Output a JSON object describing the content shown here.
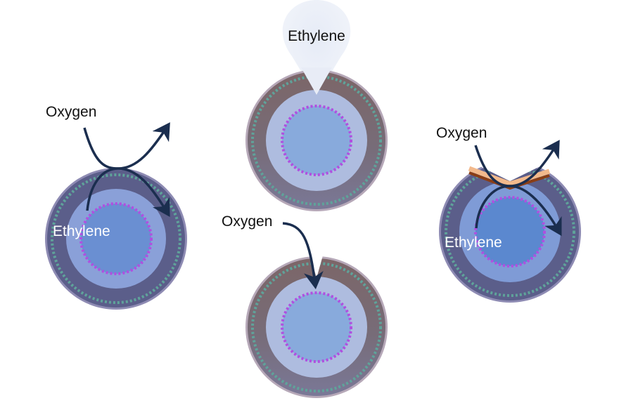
{
  "labels": {
    "left_oxygen": "Oxygen",
    "left_ethylene": "Ethylene",
    "top_ethylene": "Ethylene",
    "bottom_oxygen": "Oxygen",
    "right_oxygen": "Oxygen",
    "right_ethylene": "Ethylene"
  },
  "colors": {
    "arrow": "#1b2e4f",
    "dots_outer": "#5fa39a",
    "dots_inner": "#b04fe0",
    "text_dark": "#111111",
    "text_light": "#ffffff"
  }
}
